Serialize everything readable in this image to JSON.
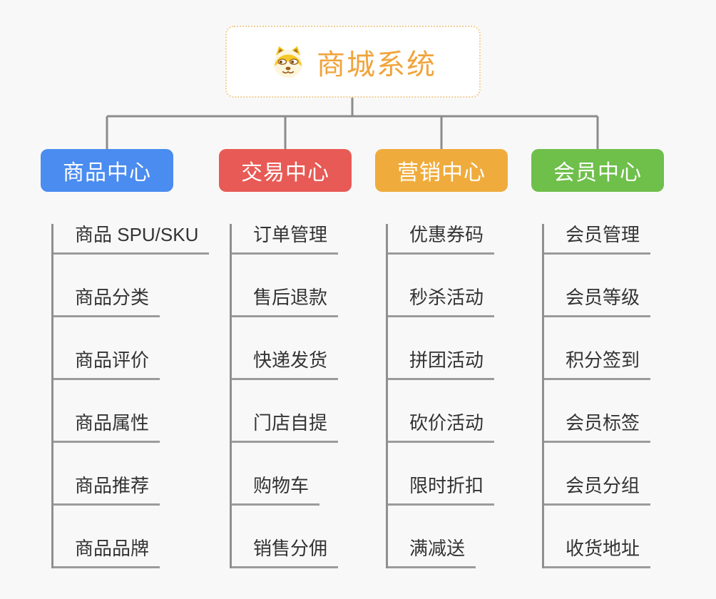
{
  "root": {
    "title": "商城系统",
    "icon": "dog-face-icon"
  },
  "branches": [
    {
      "label": "商品中心",
      "color": "#4A8CF0",
      "children": [
        "商品 SPU/SKU",
        "商品分类",
        "商品评价",
        "商品属性",
        "商品推荐",
        "商品品牌"
      ]
    },
    {
      "label": "交易中心",
      "color": "#E85A55",
      "children": [
        "订单管理",
        "售后退款",
        "快递发货",
        "门店自提",
        "购物车",
        "销售分佣"
      ]
    },
    {
      "label": "营销中心",
      "color": "#EFAC3C",
      "children": [
        "优惠券码",
        "秒杀活动",
        "拼团活动",
        "砍价活动",
        "限时折扣",
        "满减送"
      ]
    },
    {
      "label": "会员中心",
      "color": "#6FBF4B",
      "children": [
        "会员管理",
        "会员等级",
        "积分签到",
        "会员标签",
        "会员分组",
        "收货地址"
      ]
    }
  ],
  "colors": {
    "background": "#f8f8f8",
    "connector": "#8c8c8c",
    "leaf_line": "#9b9b9b",
    "root_text": "#F0A43C",
    "root_border": "#F2CE96",
    "leaf_text": "#333333"
  }
}
